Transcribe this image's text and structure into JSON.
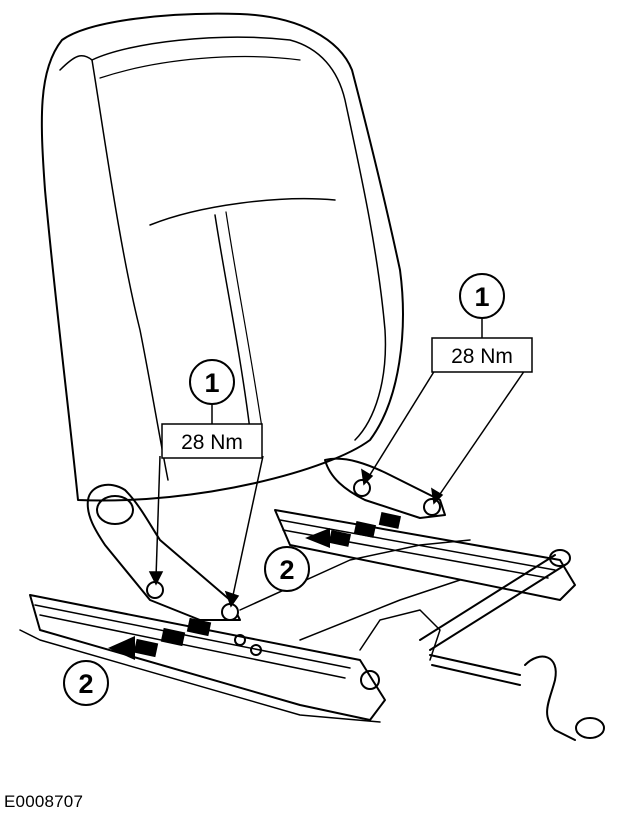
{
  "figure": {
    "id_label": "E0008707"
  },
  "callouts": {
    "left_top": {
      "number": "1",
      "torque": "28 Nm"
    },
    "right_top": {
      "number": "1",
      "torque": "28 Nm"
    },
    "center": {
      "number": "2"
    },
    "left_bottom": {
      "number": "2"
    }
  },
  "colors": {
    "line": "#000000",
    "background": "#ffffff"
  }
}
